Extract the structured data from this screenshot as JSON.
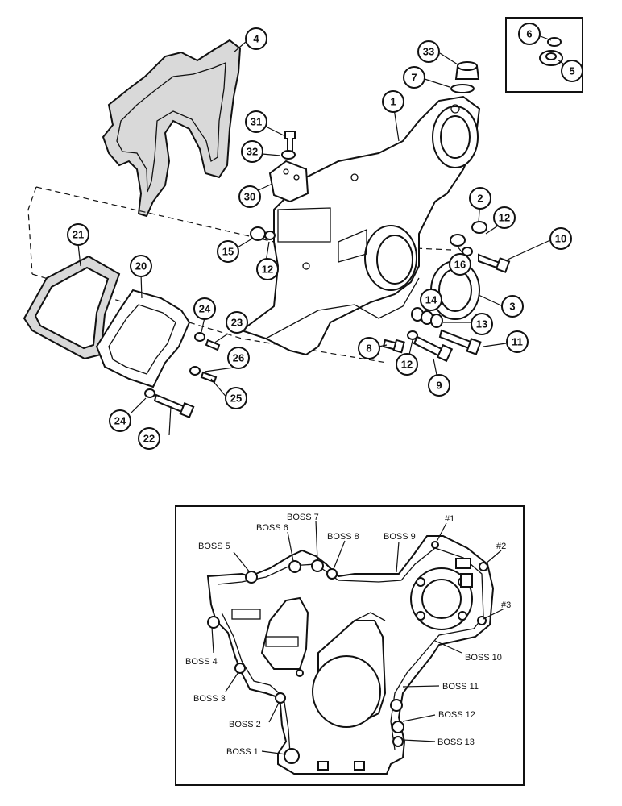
{
  "callouts": [
    "1",
    "2",
    "3",
    "4",
    "5",
    "6",
    "7",
    "8",
    "9",
    "10",
    "11",
    "12",
    "12",
    "12",
    "13",
    "14",
    "15",
    "16",
    "20",
    "21",
    "22",
    "23",
    "24",
    "24",
    "25",
    "26",
    "30",
    "31",
    "32",
    "33"
  ],
  "boss_labels": [
    "BOSS 1",
    "BOSS 2",
    "BOSS 3",
    "BOSS 4",
    "BOSS 5",
    "BOSS 6",
    "BOSS 7",
    "BOSS 8",
    "BOSS 9",
    "BOSS 10",
    "BOSS 11",
    "BOSS 12",
    "BOSS 13"
  ],
  "hole_labels": [
    "#1",
    "#2",
    "#3"
  ]
}
